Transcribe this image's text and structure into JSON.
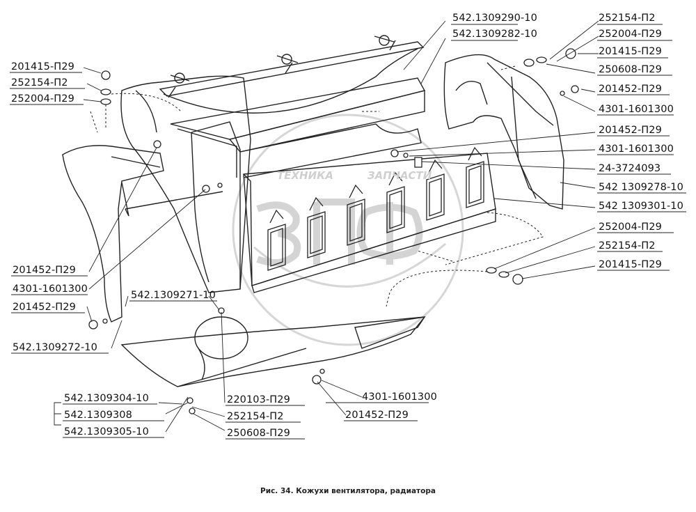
{
  "caption": "Рис. 34. Кожухи вентилятора, радиатора",
  "watermark": {
    "left": "ТЕХНИКА",
    "right": "ЗАПЧАСТИ",
    "logo": "ЗПФ"
  },
  "labels": [
    "542.1309290-10",
    "542.1309282-10",
    "252154-П2",
    "252004-П29",
    "201415-П29",
    "250608-П29",
    "201452-П29",
    "4301-1601300",
    "201452-П29",
    "4301-1601300",
    "24-3724093",
    "542 1309278-10",
    "542 1309301-10",
    "252004-П29",
    "252154-П2",
    "201415-П29",
    "201415-П29",
    "252154-П2",
    "252004-П29",
    "201452-П29",
    "4301-1601300",
    "542.1309271-10",
    "201452-П29",
    "542.1309272-10",
    "542.1309304-10",
    "542.1309308",
    "542.1309305-10",
    "220103-П29",
    "252154-П2",
    "250608-П29",
    "4301-1601300",
    "201452-П29"
  ]
}
